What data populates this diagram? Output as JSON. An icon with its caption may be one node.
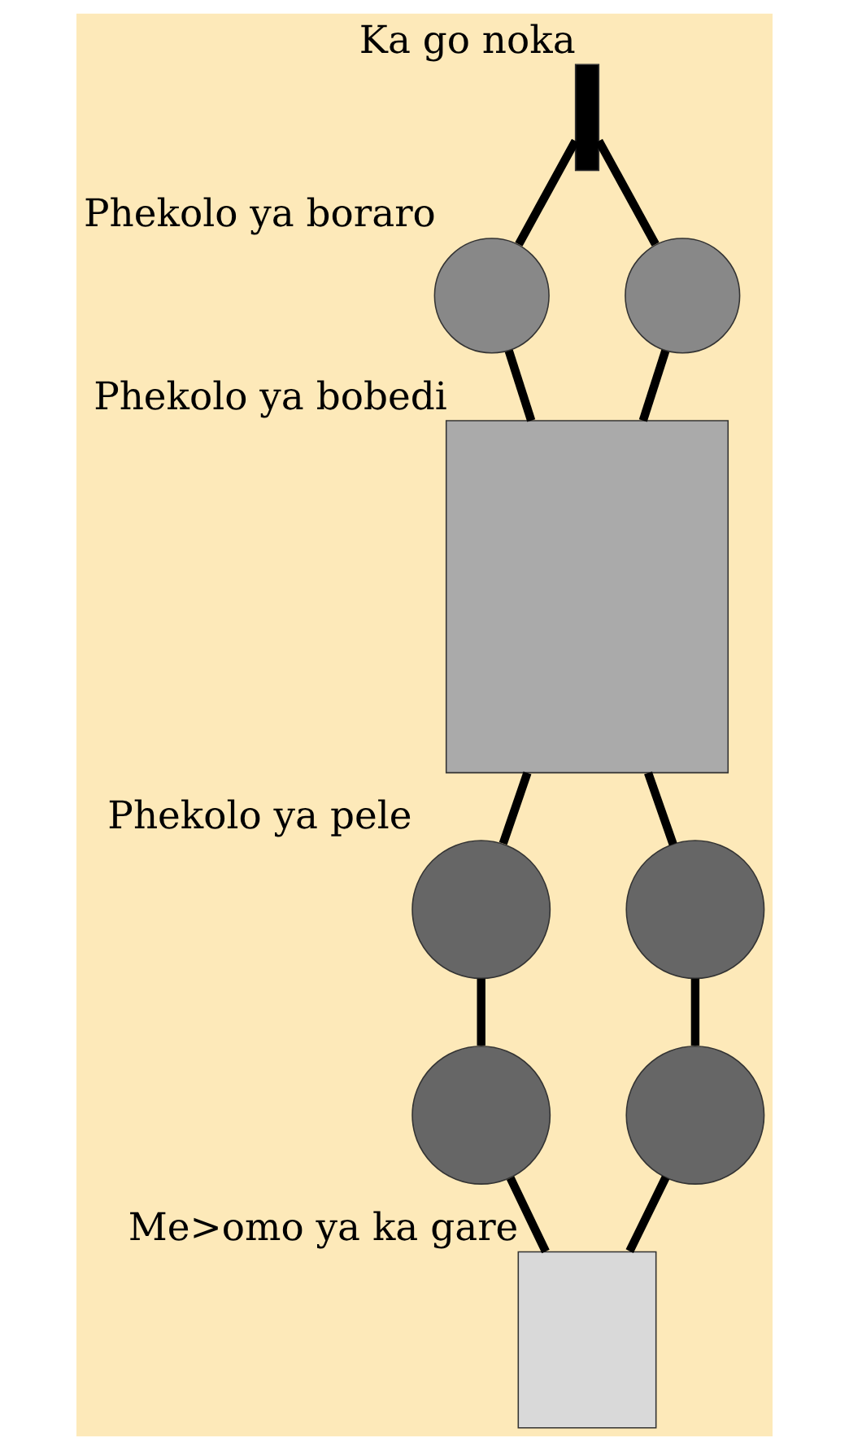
{
  "diagram": {
    "nodes": [
      {
        "text": [],
        "shape": "bar",
        "beside": [
          "Ka go noka"
        ]
      },
      {
        "text": [],
        "shape": "circle",
        "beside": [
          "Phekolo ya boraro"
        ]
      },
      {
        "text": [],
        "shape": "circle"
      },
      {
        "text": [],
        "shape": "box",
        "beside": [
          "Phekolo ya bobedi"
        ]
      },
      {
        "text": [],
        "shape": "circle",
        "beside": [
          "Phekolo ya pele"
        ]
      },
      {
        "text": [],
        "shape": "circle"
      },
      {
        "text": [],
        "shape": "circle"
      },
      {
        "text": [],
        "shape": "circle"
      },
      {
        "text": [],
        "shape": "box",
        "beside": [
          "Me>omo ya ka gare"
        ]
      }
    ],
    "edges": [
      {
        "from": 0,
        "to": 1,
        "arrow": "none"
      },
      {
        "from": 0,
        "to": 2,
        "arrow": "none"
      },
      {
        "from": 1,
        "to": 3,
        "arrow": "none"
      },
      {
        "from": 2,
        "to": 3,
        "arrow": "none"
      },
      {
        "from": 3,
        "to": 4,
        "arrow": "none"
      },
      {
        "from": 3,
        "to": 5,
        "arrow": "none"
      },
      {
        "from": 4,
        "to": 6,
        "arrow": "none"
      },
      {
        "from": 5,
        "to": 7,
        "arrow": "none"
      },
      {
        "from": 6,
        "to": 8,
        "arrow": "none"
      },
      {
        "from": 7,
        "to": 8,
        "arrow": "none"
      }
    ]
  }
}
